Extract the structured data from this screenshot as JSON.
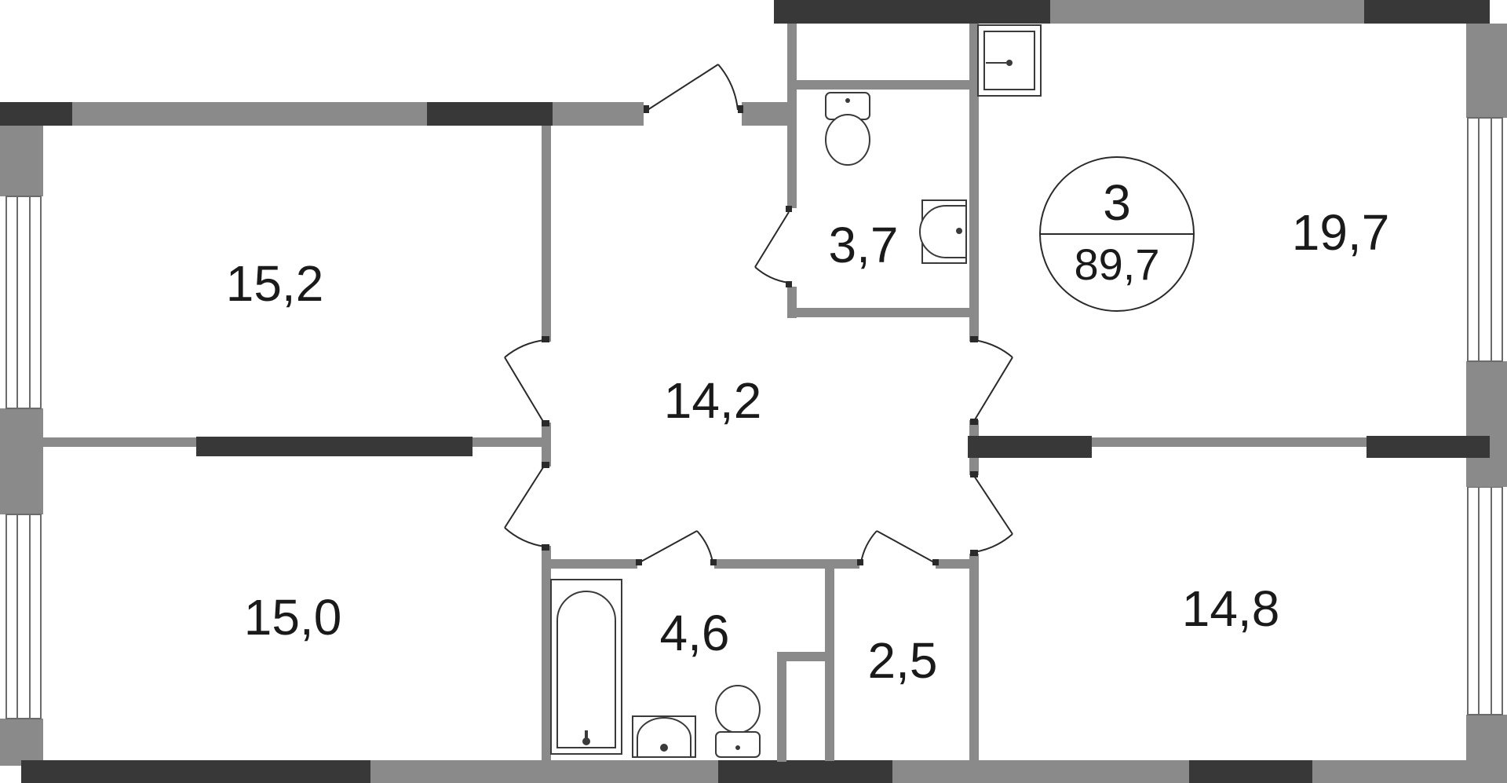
{
  "plan": {
    "rooms": [
      {
        "id": "room-left-top",
        "area": "15,2"
      },
      {
        "id": "room-left-bottom",
        "area": "15,0"
      },
      {
        "id": "hall",
        "area": "14,2"
      },
      {
        "id": "toilet",
        "area": "3,7"
      },
      {
        "id": "bathroom",
        "area": "4,6"
      },
      {
        "id": "storage",
        "area": "2,5"
      },
      {
        "id": "kitchen",
        "area": "19,7"
      },
      {
        "id": "room-right-bottom",
        "area": "14,8"
      }
    ],
    "badge": {
      "rooms_count": "3",
      "total_area": "89,7"
    }
  },
  "colors": {
    "wall": "#8a8a8a",
    "wall_dark": "#383838",
    "text": "#1a1a1a"
  }
}
